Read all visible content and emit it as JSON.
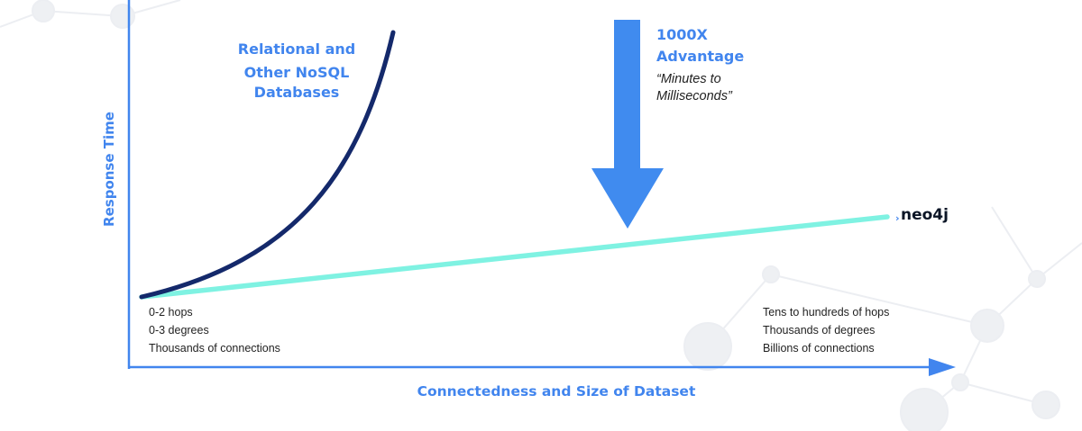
{
  "chart_data": {
    "type": "line",
    "xlabel": "Connectedness and Size of Dataset",
    "ylabel": "Response Time",
    "series": [
      {
        "name": "Relational and Other NoSQL Databases",
        "color": "#14296b",
        "shape": "exponential"
      },
      {
        "name": "neo4j",
        "color": "#7ff2e2",
        "shape": "linear"
      }
    ],
    "annotations": {
      "advantage_title_1": "1000X",
      "advantage_title_2": "Advantage",
      "advantage_quote_1": "“Minutes to",
      "advantage_quote_2": "Milliseconds”",
      "left_lines": [
        "0-2 hops",
        "0-3 degrees",
        "Thousands of connections"
      ],
      "right_lines": [
        "Tens to hundreds of hops",
        "Thousands of degrees",
        "Billions of connections"
      ]
    },
    "relational_label_lines": [
      "Relational and",
      "Other NoSQL",
      "Databases"
    ],
    "neo4j_label": "neo4j"
  },
  "colors": {
    "accent": "#4185ee",
    "relational_line": "#14296b",
    "neo4j_line": "#7ff2e2",
    "arrow": "#408bef",
    "decor": "#eef0f3"
  }
}
